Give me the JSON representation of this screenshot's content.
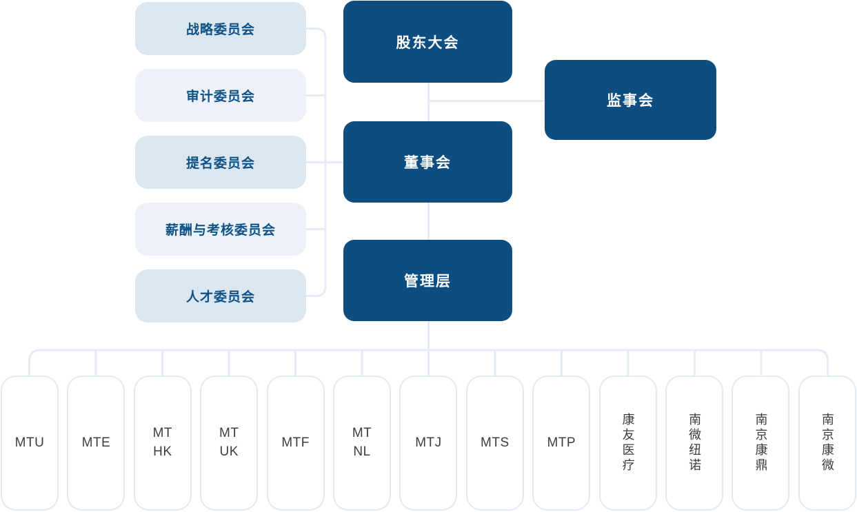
{
  "org_chart": {
    "top_nodes": {
      "shareholders": {
        "label": "股东大会"
      },
      "supervisory": {
        "label": "监事会"
      },
      "board": {
        "label": "董事会"
      },
      "management": {
        "label": "管理层"
      }
    },
    "committees": [
      {
        "label": "战略委员会"
      },
      {
        "label": "审计委员会"
      },
      {
        "label": "提名委员会"
      },
      {
        "label": "薪酬与考核委员会"
      },
      {
        "label": "人才委员会"
      }
    ],
    "subsidiaries": [
      {
        "label": "MTU"
      },
      {
        "label": "MTE"
      },
      {
        "label": "MT\nHK"
      },
      {
        "label": "MT\nUK"
      },
      {
        "label": "MTF"
      },
      {
        "label": "MT\nNL"
      },
      {
        "label": "MTJ"
      },
      {
        "label": "MTS"
      },
      {
        "label": "MTP"
      },
      {
        "label": "康友医疗"
      },
      {
        "label": "南微纽诺"
      },
      {
        "label": "南京康鼎"
      },
      {
        "label": "南京康微"
      }
    ],
    "colors": {
      "primary": "#0d4d80",
      "committee_a": "#dbe6ef",
      "committee_b": "#edf2f8",
      "committee_text": "#0e5186",
      "connector": "#e5ecf6",
      "sub_border": "#e2ebf4",
      "sub_text": "#3d3d3d",
      "node_text": "#ffffff"
    }
  }
}
